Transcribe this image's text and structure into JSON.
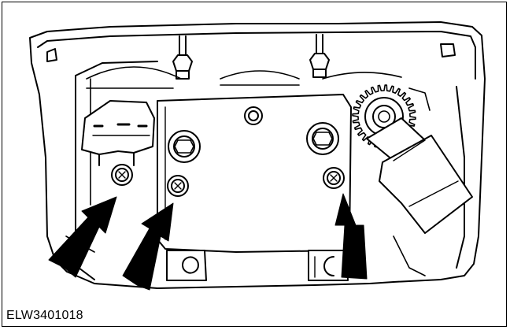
{
  "figure": {
    "reference_code": "ELW3401018",
    "colors": {
      "line": "#000000",
      "fill": "#ffffff"
    },
    "callouts": [
      {
        "icon": "arrow-icon",
        "points_to": "left-screw"
      },
      {
        "icon": "arrow-icon",
        "points_to": "middle-screw"
      },
      {
        "icon": "arrow-icon",
        "points_to": "right-screw"
      }
    ]
  }
}
